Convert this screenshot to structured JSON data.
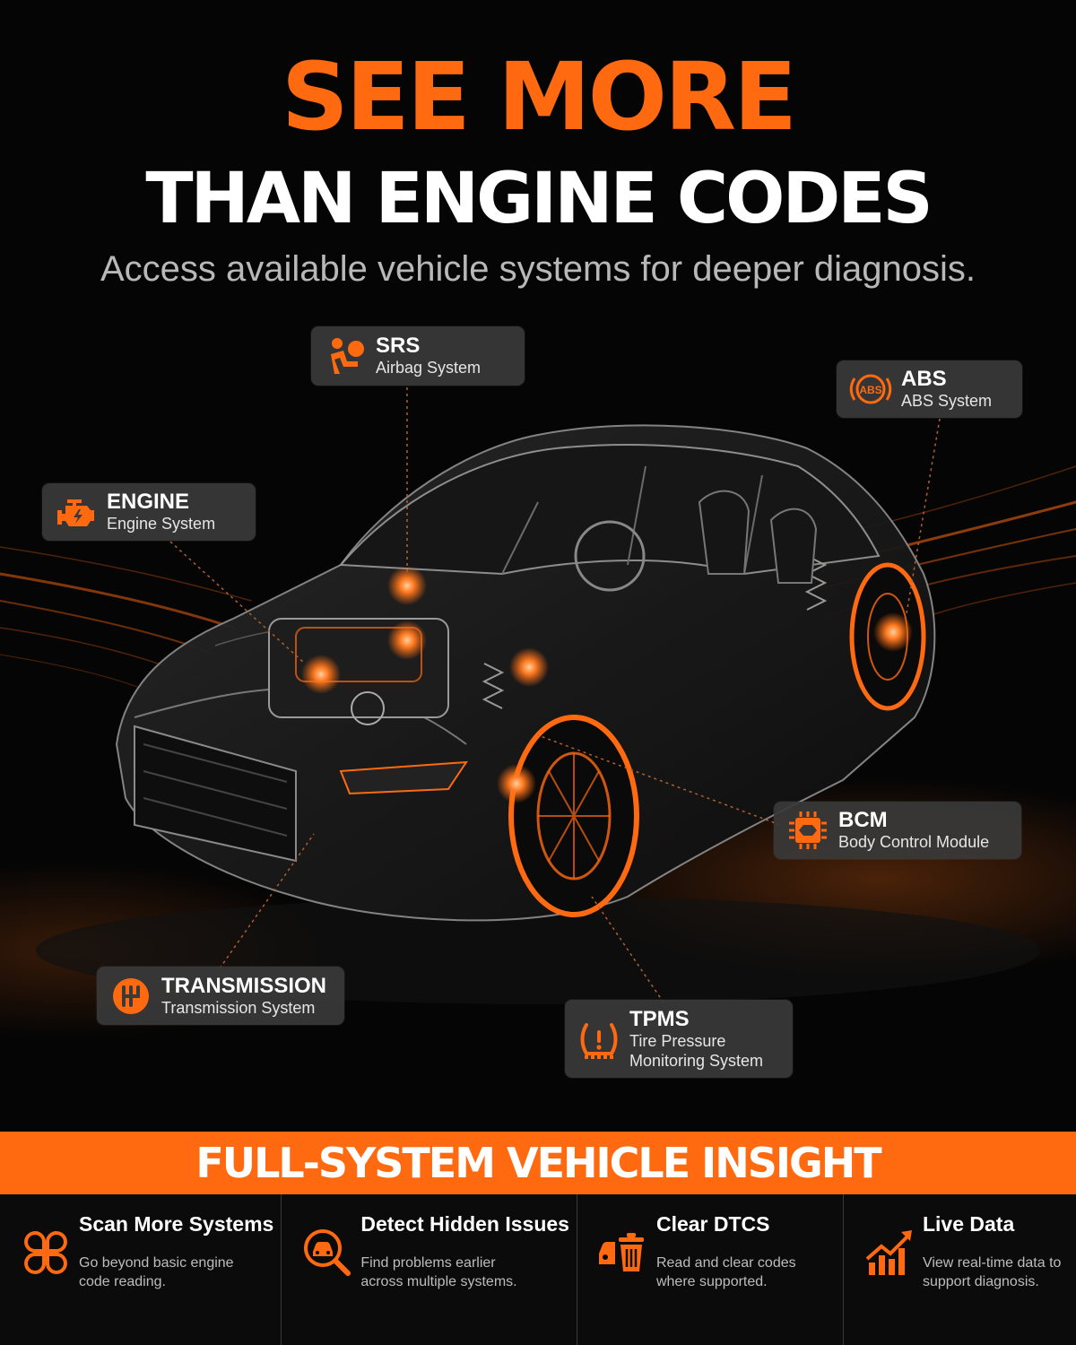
{
  "headline": {
    "line1": "SEE MORE",
    "line2": "THAN ENGINE CODES",
    "subtitle": "Access available vehicle systems for deeper diagnosis."
  },
  "colors": {
    "accent": "#ff6a10",
    "background": "#050505",
    "label_bg": "#3a3a3a"
  },
  "systems": [
    {
      "icon": "airbag-icon",
      "title": "SRS",
      "subtitle": "Airbag System"
    },
    {
      "icon": "abs-icon",
      "title": "ABS",
      "subtitle": "ABS System",
      "icon_text": "ABS"
    },
    {
      "icon": "engine-icon",
      "title": "ENGINE",
      "subtitle": "Engine System"
    },
    {
      "icon": "chip-icon",
      "title": "BCM",
      "subtitle": "Body Control Module"
    },
    {
      "icon": "gear-shift-icon",
      "title": "TRANSMISSION",
      "subtitle": "Transmission System"
    },
    {
      "icon": "tire-pressure-icon",
      "title": "TPMS",
      "subtitle_line1": "Tire Pressure",
      "subtitle_line2": "Monitoring System"
    }
  ],
  "banner": {
    "text": "FULL-SYSTEM VEHICLE INSIGHT"
  },
  "features": [
    {
      "icon": "clover-icon",
      "title": "Scan More Systems",
      "description": "Go beyond basic engine code reading."
    },
    {
      "icon": "magnifier-car-icon",
      "title": "Detect Hidden Issues",
      "description": "Find problems earlier across multiple systems."
    },
    {
      "icon": "trash-car-icon",
      "title": "Clear DTCS",
      "description": "Read and clear codes where supported."
    },
    {
      "icon": "rising-chart-icon",
      "title": "Live Data",
      "description": "View real-time data to support diagnosis."
    }
  ]
}
